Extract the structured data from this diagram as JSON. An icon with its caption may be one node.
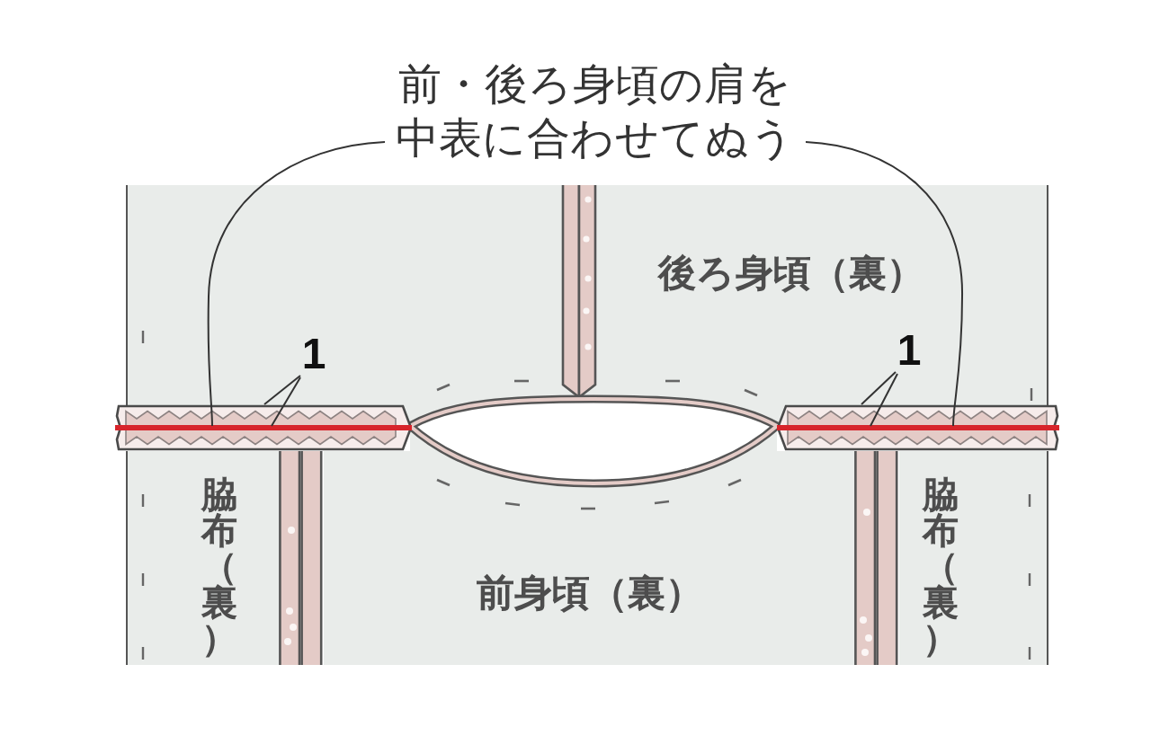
{
  "diagram": {
    "nodes": [
      {
        "text": [
          "前・後ろ身頃の肩を中表に合わせてぬう"
        ]
      },
      {
        "text": [
          "後ろ身頃（裏）"
        ]
      },
      {
        "text": [
          "1"
        ],
        "in": 1
      },
      {
        "text": [],
        "shape": "bar"
      },
      {
        "text": [],
        "shape": "line",
        "in": 3
      },
      {
        "text": [
          "1"
        ],
        "in": 1
      },
      {
        "text": [],
        "shape": "bar"
      },
      {
        "text": [],
        "shape": "line",
        "in": 6
      },
      {
        "text": [
          "脇布（裏）"
        ]
      },
      {
        "text": [
          "前身頃（裏）"
        ]
      },
      {
        "text": [
          "脇布（裏）"
        ]
      }
    ],
    "edges": [
      {
        "from": 0,
        "to": 4,
        "arrow": "none"
      },
      {
        "from": 0,
        "to": 7,
        "arrow": "none"
      },
      {
        "from": 2,
        "to": 3,
        "arrow": "none"
      },
      {
        "from": 2,
        "to": 4,
        "arrow": "none"
      },
      {
        "from": 5,
        "to": 6,
        "arrow": "none"
      },
      {
        "from": 5,
        "to": 7,
        "arrow": "none"
      }
    ]
  }
}
